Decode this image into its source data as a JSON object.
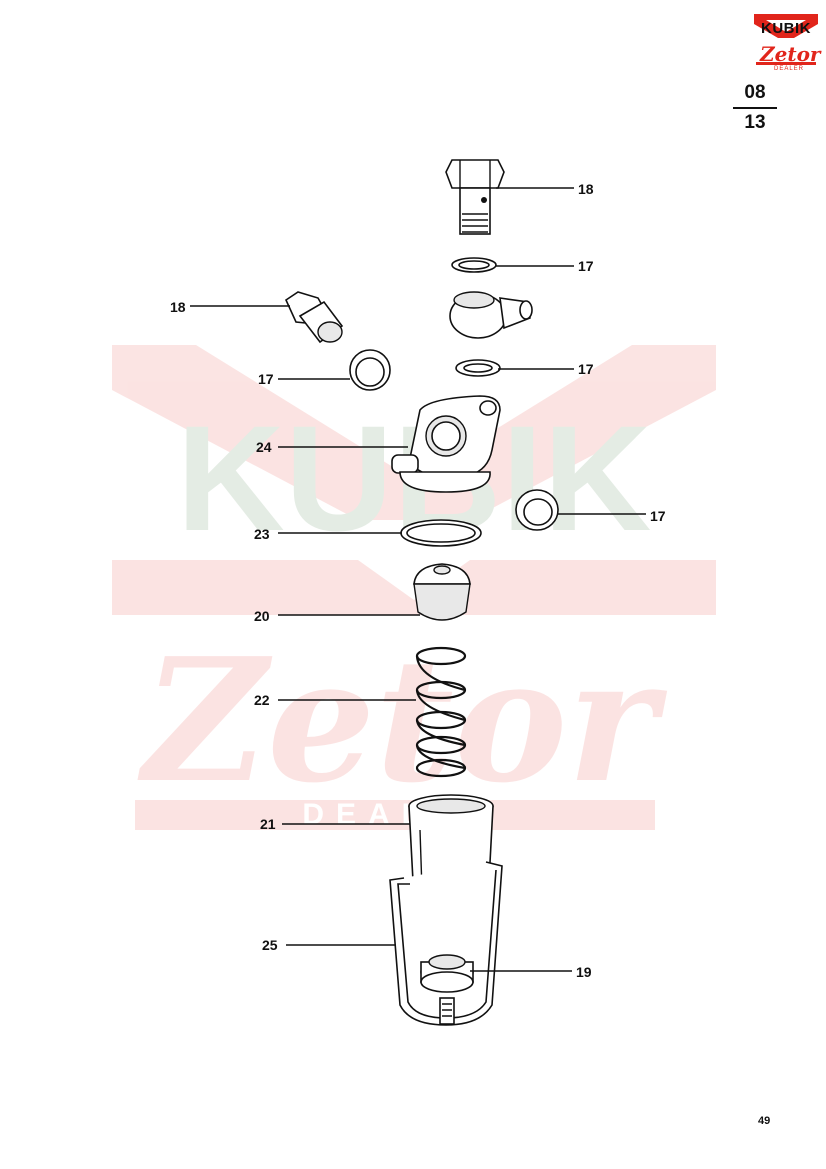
{
  "header": {
    "logo_brand": "KUBIK",
    "logo_script": "Zetor",
    "logo_sub": "DEALER",
    "section_top": "08",
    "section_bottom": "13"
  },
  "watermark": {
    "brand": "KUBIK",
    "script": "Zetor",
    "sub": "DEALER"
  },
  "colors": {
    "brand_red": "#e1251b",
    "ink": "#111111"
  },
  "callouts": [
    {
      "id": "c-18a",
      "label": "18"
    },
    {
      "id": "c-17a",
      "label": "17"
    },
    {
      "id": "c-18b",
      "label": "18"
    },
    {
      "id": "c-17b",
      "label": "17"
    },
    {
      "id": "c-17c",
      "label": "17"
    },
    {
      "id": "c-24",
      "label": "24"
    },
    {
      "id": "c-17d",
      "label": "17"
    },
    {
      "id": "c-23",
      "label": "23"
    },
    {
      "id": "c-20",
      "label": "20"
    },
    {
      "id": "c-22",
      "label": "22"
    },
    {
      "id": "c-21",
      "label": "21"
    },
    {
      "id": "c-25",
      "label": "25"
    },
    {
      "id": "c-19",
      "label": "19"
    }
  ],
  "footer": {
    "page_number": "49"
  }
}
